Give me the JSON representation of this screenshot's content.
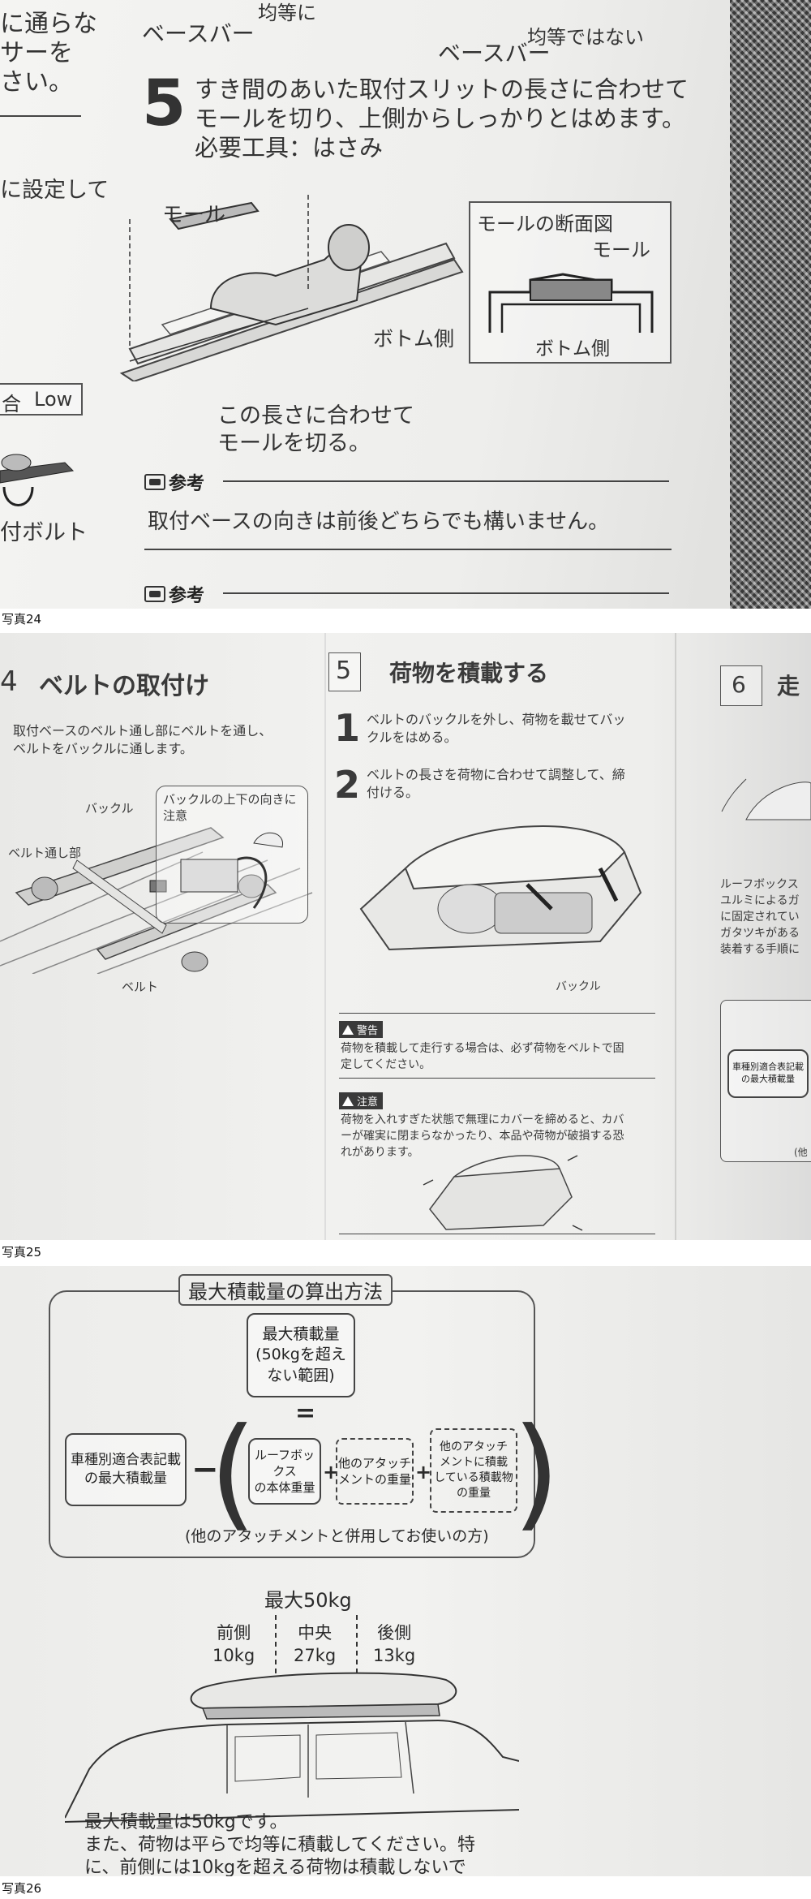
{
  "photo24": {
    "top_left_lines": [
      "に通らな",
      "サーを",
      "さい。"
    ],
    "top_labels": {
      "base_bar_left": "ベースバー",
      "equal": "均等に",
      "base_bar_right": "ベースバー",
      "not_equal": "均等ではない"
    },
    "step_number": "5",
    "step_text_lines": [
      "すき間のあいた取付スリットの長さに合わせて",
      "モールを切り、上側からしっかりとはめます。",
      "必要工具：はさみ"
    ],
    "labels": {
      "molding": "モール",
      "bottom_side": "ボトム側",
      "cross_section_title": "モールの断面図",
      "cross_molding": "モール",
      "cross_bottom": "ボトム側",
      "cut_note_1": "この長さに合わせて",
      "cut_note_2": "モールを切る。"
    },
    "left_fragments": {
      "setting": "に設定して",
      "ai": "合",
      "low": "Low",
      "bolt": "付ボルト"
    },
    "reference_label": "参考",
    "reference_text": "取付ベースの向きは前後どちらでも構いません。",
    "reference_label_2": "参考",
    "caption": "写真24"
  },
  "photo25": {
    "section4_number": "4",
    "section4_title": "ベルトの取付け",
    "section4_text_lines": [
      "取付ベースのベルト通し部にベルトを通し、",
      "ベルトをバックルに通します。"
    ],
    "buckle": "バックル",
    "belt_pass": "ベルト通し部",
    "belt": "ベルト",
    "callout_lines": [
      "バックルの上下の向きに",
      "注意"
    ],
    "section5_number": "5",
    "section5_title": "荷物を積載する",
    "steps": [
      {
        "num": "1",
        "lines": [
          "ベルトのバックルを外し、荷物を載せてバッ",
          "クルをはめる。"
        ]
      },
      {
        "num": "2",
        "lines": [
          "ベルトの長さを荷物に合わせて調整して、締",
          "付ける。"
        ]
      }
    ],
    "buckle2": "バックル",
    "warning_label": "警告",
    "warning_lines": [
      "荷物を積載して走行する場合は、必ず荷物をベルトで固",
      "定してください。"
    ],
    "caution_label": "注意",
    "caution_lines": [
      "荷物を入れすぎた状態で無理にカバーを締めると、カバ",
      "ーが確実に閉まらなかったり、本品や荷物が破損する恐",
      "れがあります。"
    ],
    "section6_number": "6",
    "section6_title": "走",
    "right_lines": [
      "ルーフボックス",
      "ユルミによるガ",
      "に固定されてい",
      "ガタツキがある",
      "装着する手順に"
    ],
    "right_box_lines": [
      "車種別適合表記載",
      "の最大積載量"
    ],
    "right_small": "(他",
    "caption": "写真25"
  },
  "photo26": {
    "frame_title": "最大積載量の算出方法",
    "max_box_lines": [
      "最大積載量",
      "(50kgを超え",
      "ない範囲)"
    ],
    "equals": "=",
    "vehicle_box": "車種別適合表記載\nの最大積載量",
    "minus": "−",
    "roofbox_box": "ルーフボックス\nの本体重量",
    "plus": "+",
    "attach_box": "他のアタッチ\nメントの重量",
    "load_box": "他のアタッチ\nメントに積載\nしている積載物\nの重量",
    "note": "(他のアタッチメントと併用してお使いの方)",
    "max_label": "最大50kg",
    "front": "前側",
    "front_kg": "10kg",
    "center": "中央",
    "center_kg": "27kg",
    "rear": "後側",
    "rear_kg": "13kg",
    "bottom_lines": [
      "最大積載量は50kgです。",
      "また、荷物は平らで均等に積載してください。特",
      "に、前側には10kgを超える荷物は積載しないで"
    ],
    "caption": "写真26"
  }
}
